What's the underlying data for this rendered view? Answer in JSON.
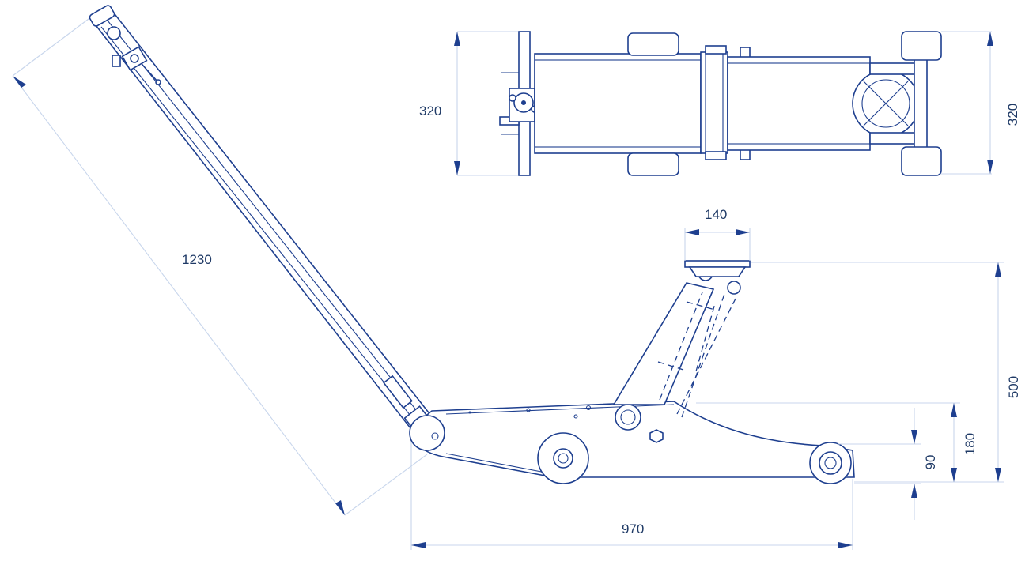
{
  "drawing": {
    "subject": "",
    "dimensions": {
      "top_width_left": "320",
      "top_width_right": "320",
      "handle_length": "1230",
      "saddle_diameter": "140",
      "max_height": "500",
      "min_height": "90",
      "wheel_height": "180",
      "overall_length": "970"
    }
  },
  "colors": {
    "outline": "#1e3f8f",
    "dimension_line": "#c8d6ec",
    "text": "#1f3a66",
    "background": "#ffffff"
  }
}
